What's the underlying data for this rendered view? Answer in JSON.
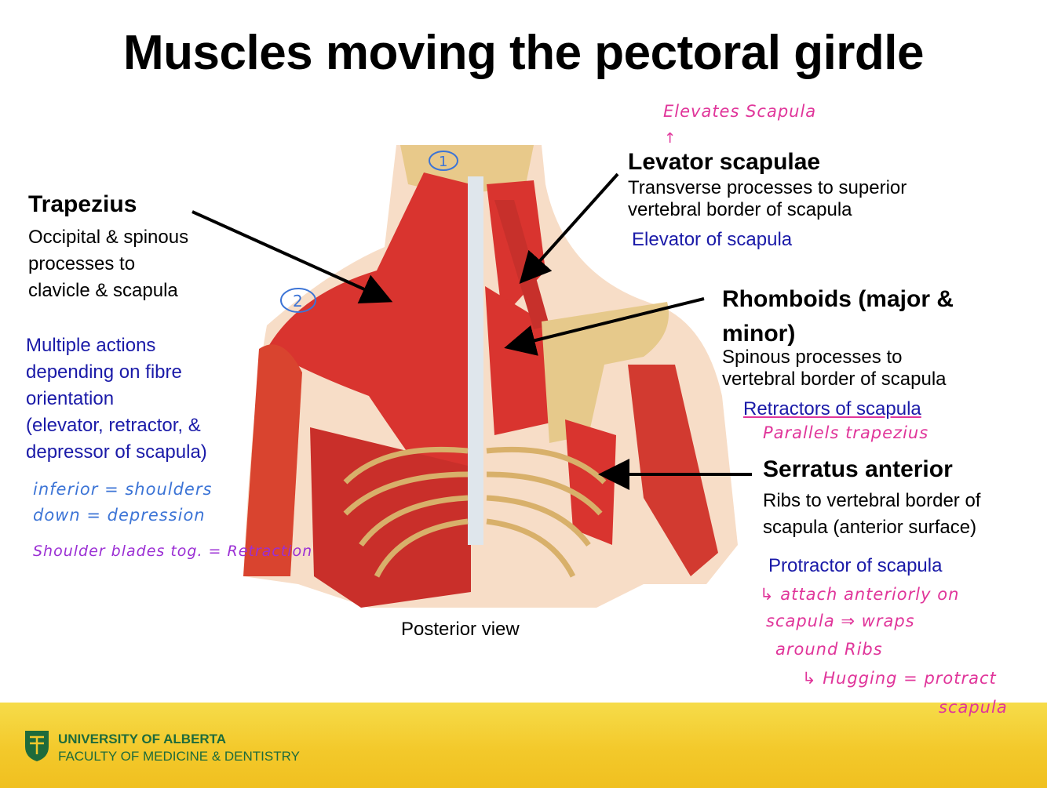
{
  "title": "Muscles moving the pectoral girdle",
  "trapezius": {
    "name": "Trapezius",
    "desc": [
      "Occipital & spinous",
      "processes to",
      "clavicle & scapula"
    ],
    "action": [
      "Multiple actions",
      "depending on fibre",
      "orientation",
      "(elevator, retractor, &",
      "depressor of scapula)"
    ],
    "notes": [
      "inferior = shoulders",
      "down = depression",
      "Shoulder blades tog. = Retraction"
    ]
  },
  "levator": {
    "name": "Levator scapulae",
    "desc": [
      "Transverse processes to superior",
      "vertebral border of scapula"
    ],
    "action": "Elevator of scapula",
    "note_top": "Elevates Scapula",
    "note_arrow": "↑"
  },
  "rhomboids": {
    "name": [
      "Rhomboids (major &",
      "minor)"
    ],
    "desc": [
      "Spinous processes to",
      "vertebral border of scapula"
    ],
    "action": "Retractors of scapula",
    "note": "Parallels trapezius"
  },
  "serratus": {
    "name": "Serratus anterior",
    "desc": [
      "Ribs to vertebral border of",
      "scapula (anterior surface)"
    ],
    "action": "Protractor of scapula",
    "notes": [
      "↳ attach anteriorly on",
      "scapula ⇒ wraps",
      "around Ribs",
      "↳ Hugging = protract",
      "scapula"
    ]
  },
  "figure": {
    "caption": "Posterior view",
    "marks": [
      "1",
      "2"
    ]
  },
  "footer": {
    "line1": "UNIVERSITY OF ALBERTA",
    "line2": "FACULTY OF MEDICINE & DENTISTRY"
  },
  "colors": {
    "muscle": "#d9342f",
    "bone": "#e8c98a",
    "title": "#000000",
    "action_blue": "#1a1aa8",
    "footer": "#f3c92b"
  }
}
